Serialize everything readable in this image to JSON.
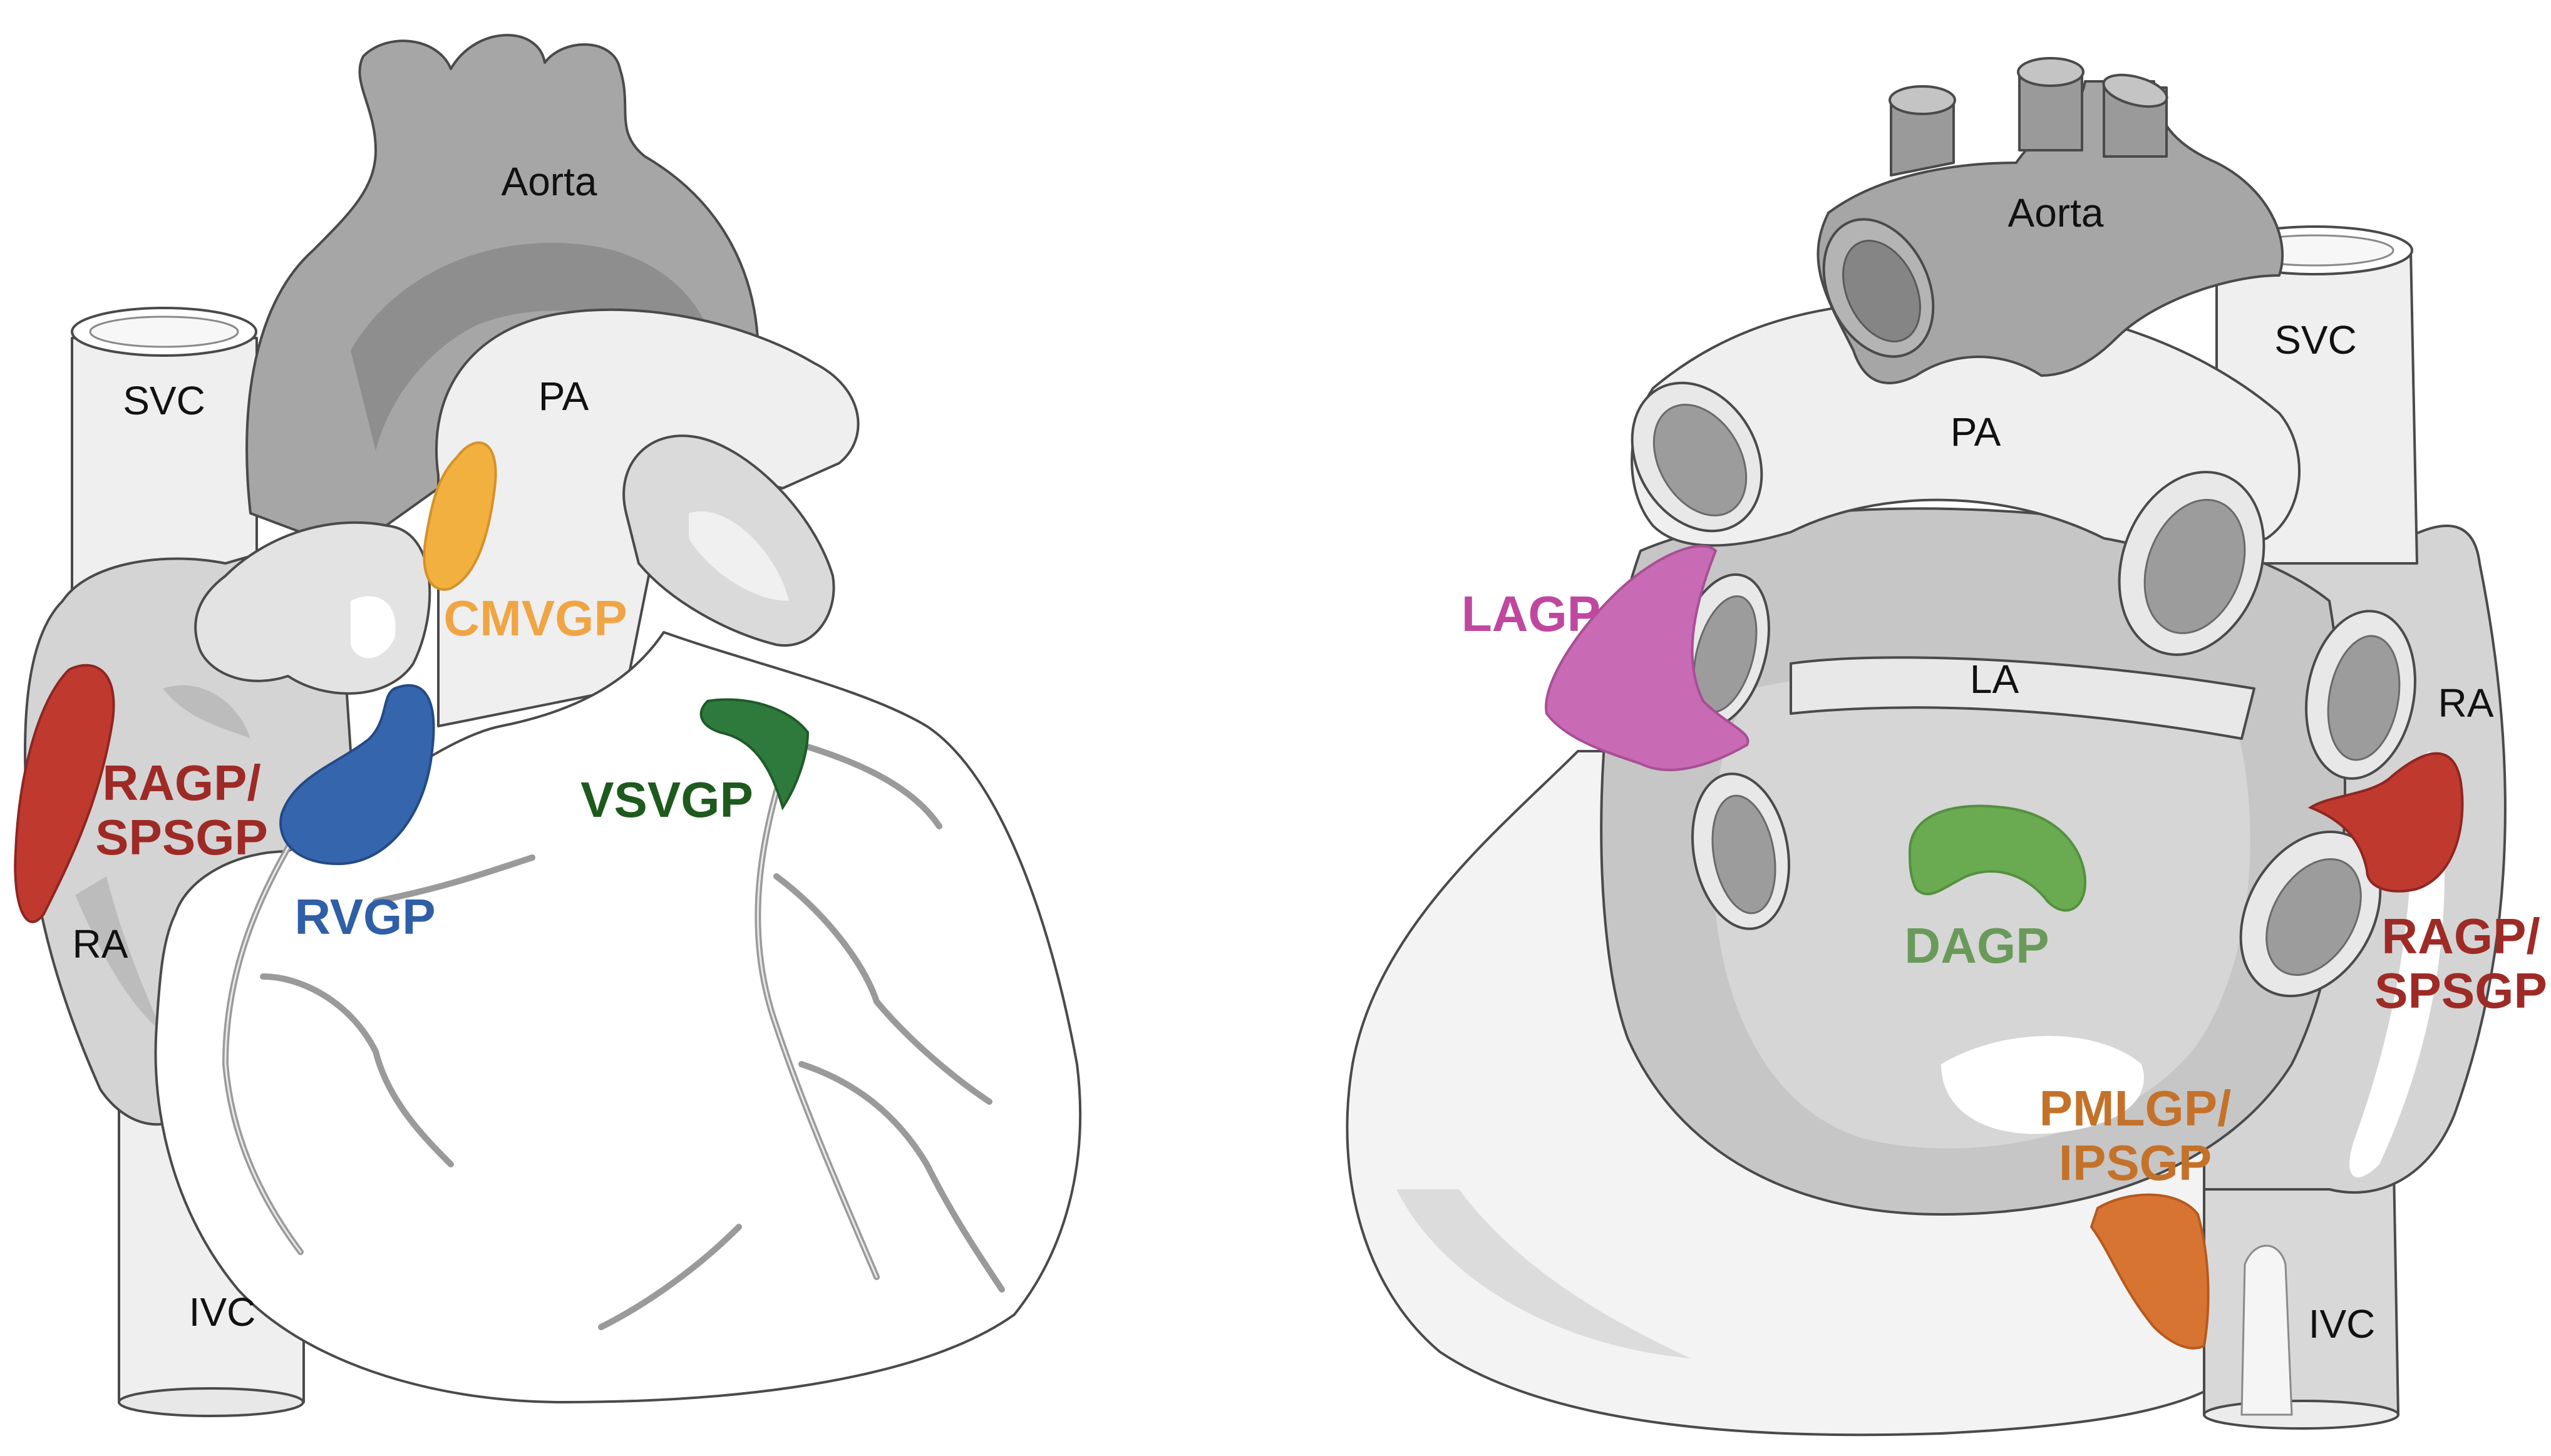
{
  "colors": {
    "background": "#ffffff",
    "outline": "#4a4a4a",
    "aorta": "#a6a6a6",
    "aorta_dark": "#8c8c8c",
    "vessel_light": "#efefef",
    "tissue": "#d4d4d4",
    "tissue_dark": "#b8b8b8",
    "ventricle": "#ffffff",
    "coronary": "#9a9a9a",
    "ragp": "#c0392f",
    "cmvgp": "#f2b03f",
    "rvgp": "#3565ad",
    "vsvgp": "#2d7a3c",
    "lagp": "#c86ab4",
    "dagp": "#6aab52",
    "pmlgp": "#d87431"
  },
  "anterior_view": {
    "labels": {
      "aorta": "Aorta",
      "pa": "PA",
      "svc": "SVC",
      "ra": "RA",
      "ivc": "IVC"
    },
    "ganglionated_plexi": {
      "ragp_line1": "RAGP/",
      "ragp_line2": "SPSGP",
      "cmvgp": "CMVGP",
      "rvgp": "RVGP",
      "vsvgp": "VSVGP"
    },
    "gp_text_colors": {
      "ragp": "#9e2a26",
      "cmvgp": "#f0a545",
      "rvgp": "#2f5fa6",
      "vsvgp": "#1e5a1e"
    }
  },
  "posterior_view": {
    "labels": {
      "aorta": "Aorta",
      "svc": "SVC",
      "pa": "PA",
      "la": "LA",
      "ra": "RA",
      "ivc": "IVC"
    },
    "ganglionated_plexi": {
      "lagp": "LAGP",
      "dagp": "DAGP",
      "ragp_line1": "RAGP/",
      "ragp_line2": "SPSGP",
      "pmlgp_line1": "PMLGP/",
      "pmlgp_line2": "IPSGP"
    },
    "gp_text_colors": {
      "lagp": "#c0479f",
      "dagp": "#6a9a5a",
      "ragp": "#9e2a26",
      "pmlgp": "#c4722a"
    }
  }
}
